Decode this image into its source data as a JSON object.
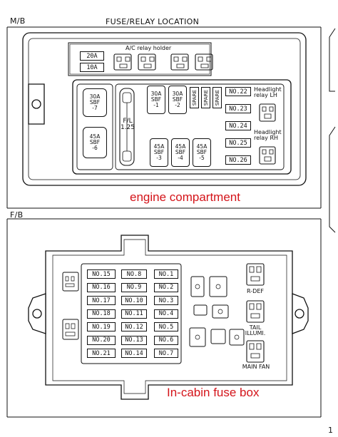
{
  "page": {
    "page_number_fragment": "1"
  },
  "mb": {
    "tag": "M/B",
    "title": "FUSE/RELAY LOCATION",
    "relay_holder_label": "A/C relay holder",
    "small_fuses": [
      "20A",
      "10A"
    ],
    "sbf": [
      {
        "text": "30A\nSBF\n-7"
      },
      {
        "text": "45A\nSBF\n-6"
      },
      {
        "text": "30A\nSBF\n-1"
      },
      {
        "text": "30A\nSBF\n-2"
      },
      {
        "text": "45A\nSBF\n-3"
      },
      {
        "text": "45A\nSBF\n-4"
      },
      {
        "text": "45A\nSBF\n-5"
      }
    ],
    "spares": [
      "SPARE",
      "SPARE",
      "SPARE"
    ],
    "fl_label": "F/L\n1.25",
    "numbered": [
      "NO.22",
      "NO.23",
      "NO.24",
      "NO.25",
      "NO.26"
    ],
    "headlight_lh": "Headlight\nrelay LH",
    "headlight_rh": "Headlight\nrelay RH",
    "caption": "engine compartment"
  },
  "fb": {
    "tag": "F/B",
    "col1": [
      "NO.15",
      "NO.16",
      "NO.17",
      "NO.18",
      "NO.19",
      "NO.20",
      "NO.21"
    ],
    "col2": [
      "NO.8",
      "NO.9",
      "NO.10",
      "NO.11",
      "NO.12",
      "NO.13",
      "NO.14"
    ],
    "col3": [
      "NO.1",
      "NO.2",
      "NO.3",
      "NO.4",
      "NO.5",
      "NO.6",
      "NO.7"
    ],
    "relays": [
      "R-DEF",
      "TAIL\nILLUMI.",
      "MAIN FAN"
    ],
    "caption": "In-cabin fuse box"
  },
  "colors": {
    "caption": "#d4141a",
    "line": "#111111"
  }
}
